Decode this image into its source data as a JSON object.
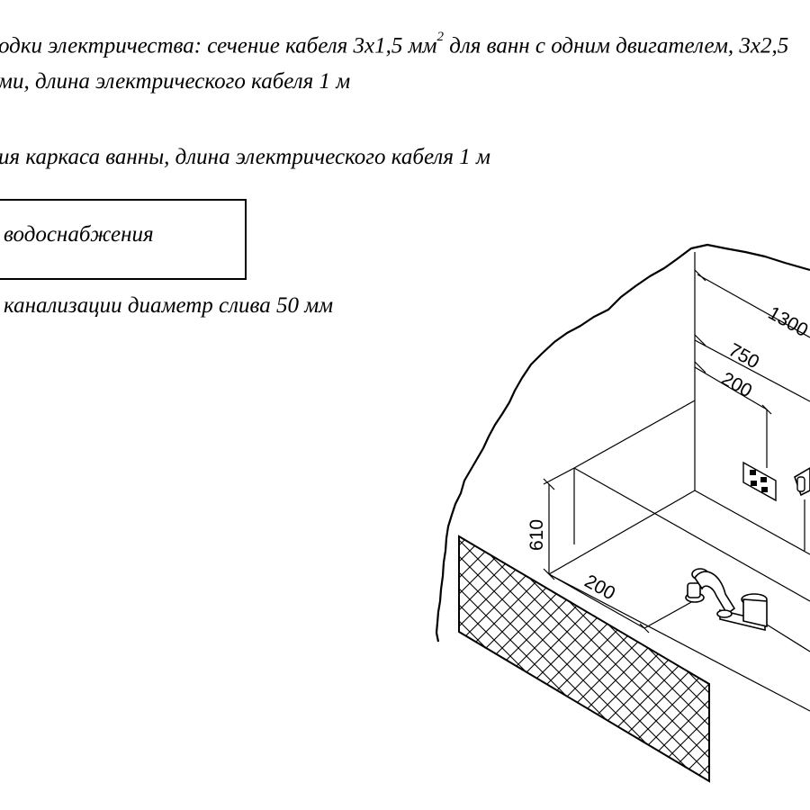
{
  "notes": {
    "line1_start": "одки электричества: сечение кабеля 3х1,5 мм",
    "line1_sup": "2",
    "line1_end": " для ванн с одним двигателем, 3х2,5",
    "line2": "ми, длина электрического кабеля 1 м",
    "line3": "ия каркаса ванны, длина электрического кабеля 1 м",
    "box_label": "водоснабжения",
    "line4": "канализации диаметр слива 50 мм"
  },
  "dimensions": {
    "d1300": "1300",
    "d750": "750",
    "d200_top": "200",
    "d610": "610",
    "d200_bottom": "200"
  }
}
